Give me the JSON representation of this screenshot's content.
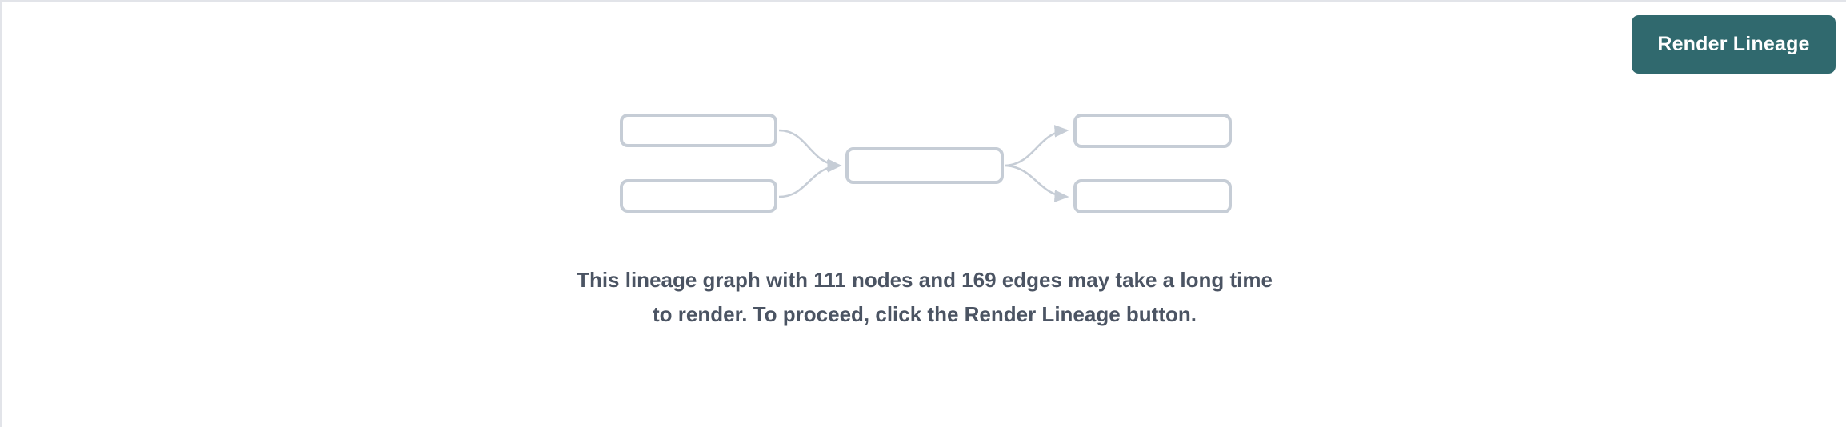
{
  "panel": {
    "background_color": "#ffffff",
    "border_color": "#e2e4e9"
  },
  "toolbar": {
    "render_button_label": "Render Lineage",
    "render_button_color": "#30696e",
    "render_button_text_color": "#ffffff"
  },
  "graph_placeholder": {
    "node_border_color": "#c6cdd6",
    "edge_color": "#c6cdd6",
    "nodes": [
      {
        "id": "source-a",
        "label": ""
      },
      {
        "id": "source-b",
        "label": ""
      },
      {
        "id": "middle",
        "label": ""
      },
      {
        "id": "output-a",
        "label": ""
      },
      {
        "id": "output-b",
        "label": ""
      }
    ],
    "edges": [
      {
        "from": "source-a",
        "to": "middle"
      },
      {
        "from": "source-b",
        "to": "middle"
      },
      {
        "from": "middle",
        "to": "output-a"
      },
      {
        "from": "middle",
        "to": "output-b"
      }
    ]
  },
  "message": {
    "text": "This lineage graph with 111 nodes and 169 edges may take a long time to render. To proceed, click the Render Lineage button.",
    "node_count": 111,
    "edge_count": 169,
    "text_color": "#4b5463"
  }
}
